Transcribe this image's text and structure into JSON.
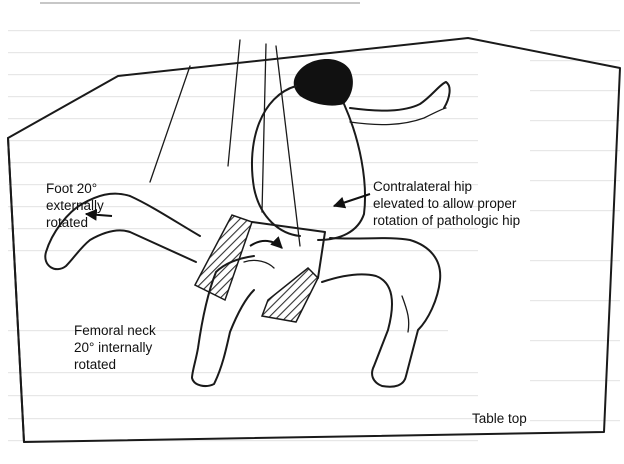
{
  "annotations": {
    "foot": [
      "Foot 20°",
      "externally",
      "rotated"
    ],
    "hip": [
      "Contralateral hip",
      "elevated to allow proper",
      "rotation of pathologic hip"
    ],
    "femoral_neck": [
      "Femoral neck",
      "20° internally",
      "rotated"
    ],
    "table_top": "Table top"
  },
  "colors": {
    "line": "#1a1a1a",
    "bleed_through_text": "#b9b9b9",
    "hatch": "#333333",
    "hair": "#111111"
  },
  "icons": [
    "table-top-shape",
    "patient-figure",
    "wedge-cushion",
    "annotation-arrows"
  ]
}
